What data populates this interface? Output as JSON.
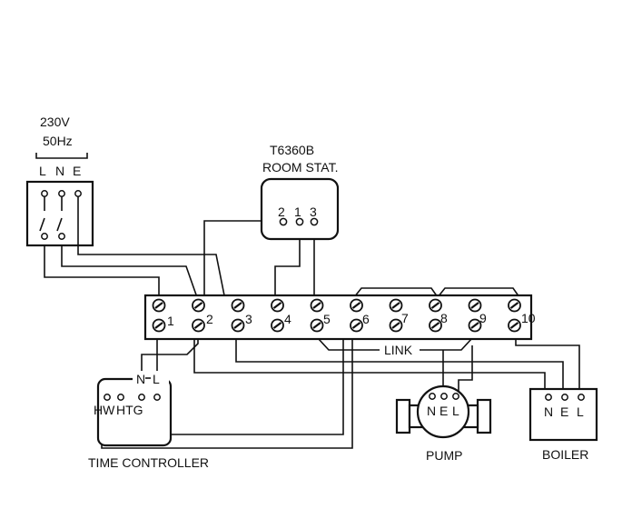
{
  "supply": {
    "voltage": "230V",
    "frequency": "50Hz",
    "terminals": [
      "L",
      "N",
      "E"
    ]
  },
  "room_stat": {
    "model": "T6360B",
    "name": "ROOM STAT.",
    "terminals": [
      "2",
      "1",
      "3"
    ]
  },
  "junction_box": {
    "terminals": [
      "1",
      "2",
      "3",
      "4",
      "5",
      "6",
      "7",
      "8",
      "9",
      "10"
    ]
  },
  "link_label": "LINK",
  "time_controller": {
    "name": "TIME CONTROLLER",
    "top_terminals": [
      "N",
      "L"
    ],
    "outputs": [
      "HW",
      "HTG"
    ]
  },
  "pump": {
    "name": "PUMP",
    "terminals": [
      "N",
      "E",
      "L"
    ]
  },
  "boiler": {
    "name": "BOILER",
    "terminals": [
      "N",
      "E",
      "L"
    ]
  }
}
